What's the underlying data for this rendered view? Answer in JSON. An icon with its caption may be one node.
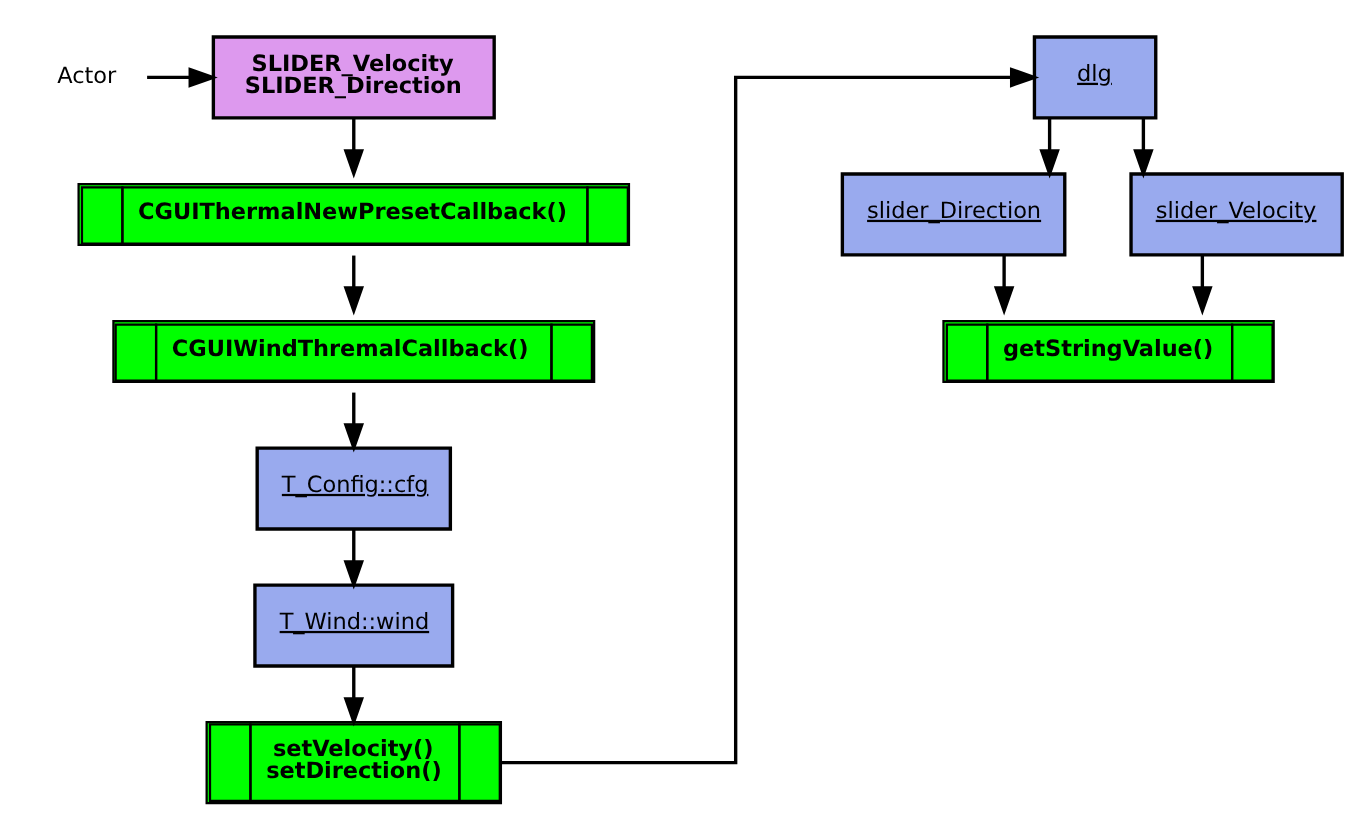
{
  "diagram": {
    "nodes": [
      {
        "text": [
          "Actor"
        ]
      },
      {
        "text": [
          "SLIDER_Velocity",
          "SLIDER_Direction"
        ]
      },
      {
        "text": [
          "CGUIThermalNewPresetCallback()"
        ]
      },
      {
        "text": [
          "CGUIWindThremalCallback()"
        ]
      },
      {
        "text": [
          "T_Config::cfg"
        ]
      },
      {
        "text": [
          "T_Wind::wind"
        ]
      },
      {
        "text": [
          "setVelocity()",
          "setDirection()"
        ]
      },
      {
        "text": [
          "dlg"
        ]
      },
      {
        "text": [
          "slider_Direction"
        ]
      },
      {
        "text": [
          "slider_Velocity"
        ]
      },
      {
        "text": [
          "getStringValue()"
        ]
      }
    ],
    "edges": [
      {
        "from": 0,
        "to": 1,
        "arrow": "to"
      },
      {
        "from": 1,
        "to": 2,
        "arrow": "to"
      },
      {
        "from": 2,
        "to": 3,
        "arrow": "to"
      },
      {
        "from": 3,
        "to": 4,
        "arrow": "to"
      },
      {
        "from": 4,
        "to": 5,
        "arrow": "to"
      },
      {
        "from": 5,
        "to": 6,
        "arrow": "to"
      },
      {
        "from": 6,
        "to": 7,
        "arrow": "to"
      },
      {
        "from": 7,
        "to": 8,
        "arrow": "to"
      },
      {
        "from": 7,
        "to": 9,
        "arrow": "to"
      },
      {
        "from": 8,
        "to": 10,
        "arrow": "to"
      },
      {
        "from": 9,
        "to": 10,
        "arrow": "to"
      }
    ]
  }
}
